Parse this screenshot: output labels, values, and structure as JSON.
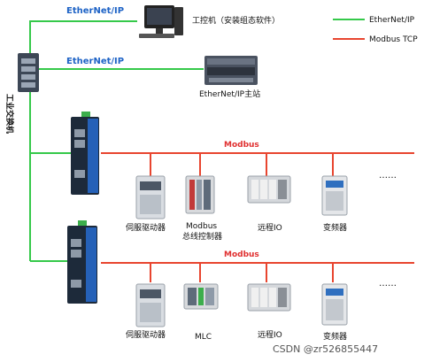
{
  "legend": {
    "ethernet": "EtherNet/IP",
    "modbus": "Modbus TCP",
    "ethernet_color": "#35c94a",
    "modbus_color": "#e8452f"
  },
  "links": {
    "top1": "EtherNet/IP",
    "top2": "EtherNet/IP"
  },
  "nodes": {
    "pc": "工控机（安装组态软件）",
    "master": "EtherNet/IP主站",
    "switch": "工业交换机"
  },
  "bus1": {
    "label": "Modbus",
    "devices": [
      "伺服驱动器",
      "Modbus",
      "总线控制器",
      "远程IO",
      "变频器"
    ],
    "more": "……"
  },
  "bus2": {
    "label": "Modbus",
    "devices": [
      "伺服驱动器",
      "MLC",
      "远程IO",
      "变频器"
    ],
    "more": "……"
  },
  "watermark": "CSDN @zr526855447"
}
